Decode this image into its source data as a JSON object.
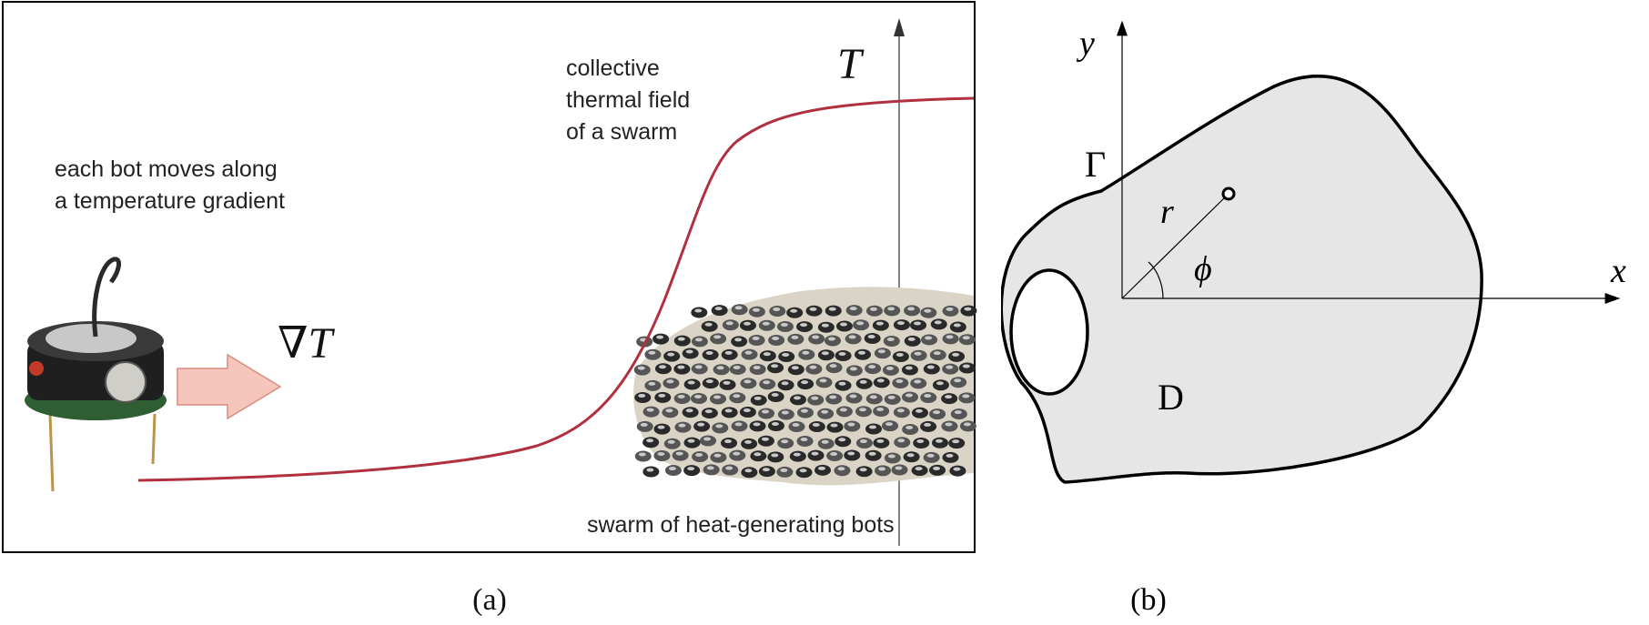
{
  "panel_a": {
    "caption": "(a)",
    "label_each_bot_line1": "each bot moves along",
    "label_each_bot_line2": "a temperature gradient",
    "label_gradient": "∇T",
    "label_T": "T",
    "label_field_line1": "collective",
    "label_field_line2": "thermal field",
    "label_field_line3": "of a swarm",
    "label_swarm": "swarm of heat-generating bots",
    "colors": {
      "curve": "#b03040",
      "arrow_fill": "#f6c6bc",
      "arrow_stroke": "#d88c80"
    }
  },
  "panel_b": {
    "caption": "(b)",
    "label_y": "y",
    "label_x": "x",
    "label_r": "r",
    "label_phi": "ϕ",
    "label_Gamma": "Γ",
    "label_D": "D",
    "colors": {
      "domain_fill": "#e6e6e6",
      "hole_fill": "#ffffff",
      "stroke": "#000000"
    }
  }
}
